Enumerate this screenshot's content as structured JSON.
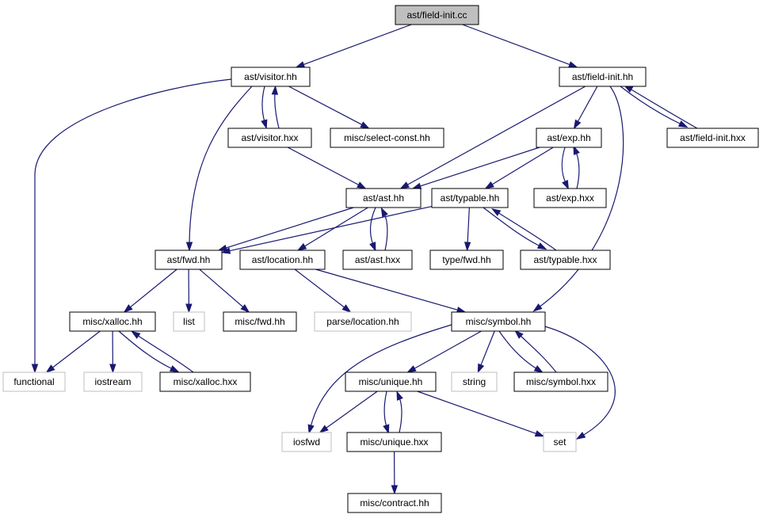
{
  "colors": {
    "edge": "#191970",
    "root_fill": "#bfbfbf",
    "system_border": "#bfbfbf"
  },
  "nodes": [
    {
      "id": "field_init_cc",
      "label": "ast/field-init.cc",
      "kind": "root"
    },
    {
      "id": "visitor_hh",
      "label": "ast/visitor.hh",
      "kind": "primary"
    },
    {
      "id": "field_init_hh",
      "label": "ast/field-init.hh",
      "kind": "primary"
    },
    {
      "id": "visitor_hxx",
      "label": "ast/visitor.hxx",
      "kind": "primary"
    },
    {
      "id": "select_const_hh",
      "label": "misc/select-const.hh",
      "kind": "primary"
    },
    {
      "id": "exp_hh",
      "label": "ast/exp.hh",
      "kind": "primary"
    },
    {
      "id": "field_init_hxx",
      "label": "ast/field-init.hxx",
      "kind": "primary"
    },
    {
      "id": "ast_hh",
      "label": "ast/ast.hh",
      "kind": "primary"
    },
    {
      "id": "typable_hh",
      "label": "ast/typable.hh",
      "kind": "primary"
    },
    {
      "id": "exp_hxx",
      "label": "ast/exp.hxx",
      "kind": "primary"
    },
    {
      "id": "fwd_hh",
      "label": "ast/fwd.hh",
      "kind": "primary"
    },
    {
      "id": "location_hh",
      "label": "ast/location.hh",
      "kind": "primary"
    },
    {
      "id": "ast_hxx",
      "label": "ast/ast.hxx",
      "kind": "primary"
    },
    {
      "id": "type_fwd_hh",
      "label": "type/fwd.hh",
      "kind": "primary"
    },
    {
      "id": "typable_hxx",
      "label": "ast/typable.hxx",
      "kind": "primary"
    },
    {
      "id": "xalloc_hh",
      "label": "misc/xalloc.hh",
      "kind": "primary"
    },
    {
      "id": "list",
      "label": "list",
      "kind": "system"
    },
    {
      "id": "misc_fwd_hh",
      "label": "misc/fwd.hh",
      "kind": "primary"
    },
    {
      "id": "parse_location_hh",
      "label": "parse/location.hh",
      "kind": "system"
    },
    {
      "id": "symbol_hh",
      "label": "misc/symbol.hh",
      "kind": "primary"
    },
    {
      "id": "functional",
      "label": "functional",
      "kind": "system"
    },
    {
      "id": "iostream",
      "label": "iostream",
      "kind": "system"
    },
    {
      "id": "xalloc_hxx",
      "label": "misc/xalloc.hxx",
      "kind": "primary"
    },
    {
      "id": "unique_hh",
      "label": "misc/unique.hh",
      "kind": "primary"
    },
    {
      "id": "string",
      "label": "string",
      "kind": "system"
    },
    {
      "id": "symbol_hxx",
      "label": "misc/symbol.hxx",
      "kind": "primary"
    },
    {
      "id": "iosfwd",
      "label": "iosfwd",
      "kind": "system"
    },
    {
      "id": "unique_hxx",
      "label": "misc/unique.hxx",
      "kind": "primary"
    },
    {
      "id": "set",
      "label": "set",
      "kind": "system"
    },
    {
      "id": "contract_hh",
      "label": "misc/contract.hh",
      "kind": "primary"
    }
  ],
  "edges": [
    [
      "field_init_cc",
      "visitor_hh"
    ],
    [
      "field_init_cc",
      "field_init_hh"
    ],
    [
      "visitor_hh",
      "functional"
    ],
    [
      "visitor_hh",
      "fwd_hh"
    ],
    [
      "visitor_hh",
      "visitor_hxx"
    ],
    [
      "visitor_hxx",
      "visitor_hh"
    ],
    [
      "visitor_hh",
      "select_const_hh"
    ],
    [
      "visitor_hxx",
      "ast_hh"
    ],
    [
      "field_init_hh",
      "ast_hh"
    ],
    [
      "field_init_hh",
      "exp_hh"
    ],
    [
      "field_init_hh",
      "symbol_hh"
    ],
    [
      "field_init_hh",
      "field_init_hxx"
    ],
    [
      "field_init_hxx",
      "field_init_hh"
    ],
    [
      "exp_hh",
      "ast_hh"
    ],
    [
      "exp_hh",
      "typable_hh"
    ],
    [
      "exp_hh",
      "exp_hxx"
    ],
    [
      "exp_hxx",
      "exp_hh"
    ],
    [
      "ast_hh",
      "fwd_hh"
    ],
    [
      "ast_hh",
      "location_hh"
    ],
    [
      "ast_hh",
      "ast_hxx"
    ],
    [
      "ast_hxx",
      "ast_hh"
    ],
    [
      "typable_hh",
      "fwd_hh"
    ],
    [
      "typable_hh",
      "type_fwd_hh"
    ],
    [
      "typable_hh",
      "typable_hxx"
    ],
    [
      "typable_hxx",
      "typable_hh"
    ],
    [
      "fwd_hh",
      "xalloc_hh"
    ],
    [
      "fwd_hh",
      "list"
    ],
    [
      "fwd_hh",
      "misc_fwd_hh"
    ],
    [
      "location_hh",
      "parse_location_hh"
    ],
    [
      "location_hh",
      "symbol_hh"
    ],
    [
      "xalloc_hh",
      "functional"
    ],
    [
      "xalloc_hh",
      "iostream"
    ],
    [
      "xalloc_hh",
      "xalloc_hxx"
    ],
    [
      "xalloc_hxx",
      "xalloc_hh"
    ],
    [
      "symbol_hh",
      "iosfwd"
    ],
    [
      "symbol_hh",
      "unique_hh"
    ],
    [
      "symbol_hh",
      "string"
    ],
    [
      "symbol_hh",
      "symbol_hxx"
    ],
    [
      "symbol_hxx",
      "symbol_hh"
    ],
    [
      "symbol_hh",
      "set"
    ],
    [
      "unique_hh",
      "iosfwd"
    ],
    [
      "unique_hh",
      "unique_hxx"
    ],
    [
      "unique_hxx",
      "unique_hh"
    ],
    [
      "unique_hh",
      "set"
    ],
    [
      "unique_hxx",
      "contract_hh"
    ]
  ]
}
